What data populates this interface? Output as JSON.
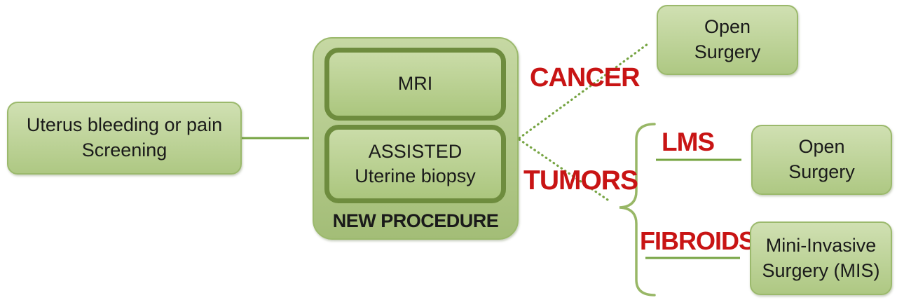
{
  "diagram": {
    "nodes": {
      "screening": {
        "line1": "Uterus bleeding or pain",
        "line2": "Screening"
      },
      "mri": {
        "label": "MRI"
      },
      "biopsy": {
        "line1": "ASSISTED",
        "line2": "Uterine biopsy"
      },
      "new_procedure_caption": "NEW PROCEDURE",
      "open_surgery_cancer": {
        "line1": "Open",
        "line2": "Surgery"
      },
      "open_surgery_lms": {
        "line1": "Open",
        "line2": "Surgery"
      },
      "mis": {
        "line1": "Mini-Invasive",
        "line2": "Surgery (MIS)"
      }
    },
    "branch_labels": {
      "cancer": "CANCER",
      "tumors": "TUMORS",
      "lms": "LMS",
      "fibroids": "FIBROIDS"
    },
    "colors": {
      "node_fill_top": "#d0e0b2",
      "node_fill_bottom": "#aec883",
      "node_border": "#9bb96c",
      "group_fill_top": "#c6d8a3",
      "group_fill_bottom": "#a3bd77",
      "inner_fill_top": "#cadca8",
      "inner_fill_bottom": "#abc67e",
      "inner_border": "#6e8c3e",
      "arrow_green": "#76a442",
      "bracket_green": "#98b766",
      "label_red": "#c81414",
      "text_black": "#1a1a1a"
    }
  }
}
